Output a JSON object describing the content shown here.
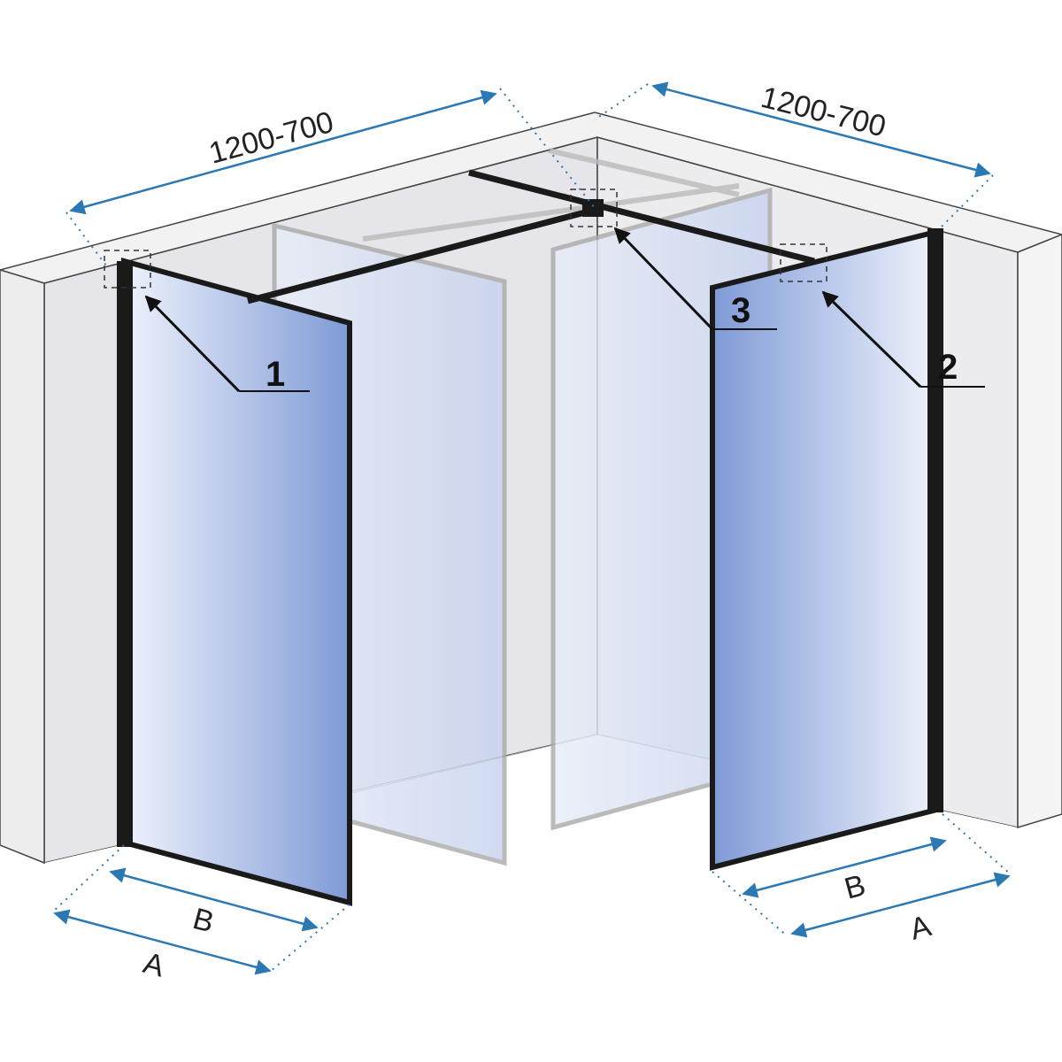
{
  "dimensions": {
    "left_width": "1200-700",
    "right_width": "1200-700",
    "left_b": "B",
    "left_a": "A",
    "right_b": "B",
    "right_a": "A"
  },
  "callouts": {
    "one": "1",
    "two": "2",
    "three": "3"
  },
  "colors": {
    "dimension_line": "#2a78b4",
    "frame": "#1a1a1a",
    "glass_light": "#e6ecf8",
    "glass_dark": "#7f9ad6",
    "wall": "#e9e9ec"
  }
}
